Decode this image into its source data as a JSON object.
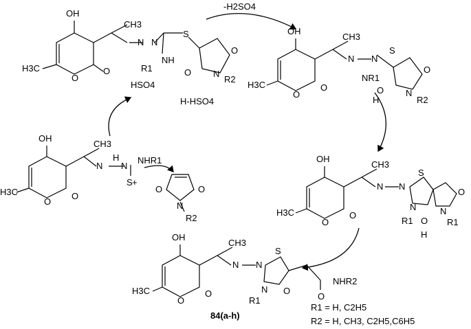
{
  "top_arrow_label": "-H2SO4",
  "hso4_label": "HSO4",
  "h_hso4_label": "H-HSO4",
  "compound_id": "84(a-h)",
  "r1_def": "R1 = H, C2H5",
  "r2_def": "R2 = H, CH3, C2H5,C6H5",
  "plus": "+",
  "atoms": {
    "OH": "OH",
    "CH3": "CH3",
    "H3C": "H3C",
    "O": "O",
    "N": "N",
    "S": "S",
    "NH": "NH",
    "NHR1": "NHR1",
    "NHR2": "NHR2",
    "R1": "R1",
    "R2": "R2",
    "H": "H",
    "NR1": "NR1"
  }
}
